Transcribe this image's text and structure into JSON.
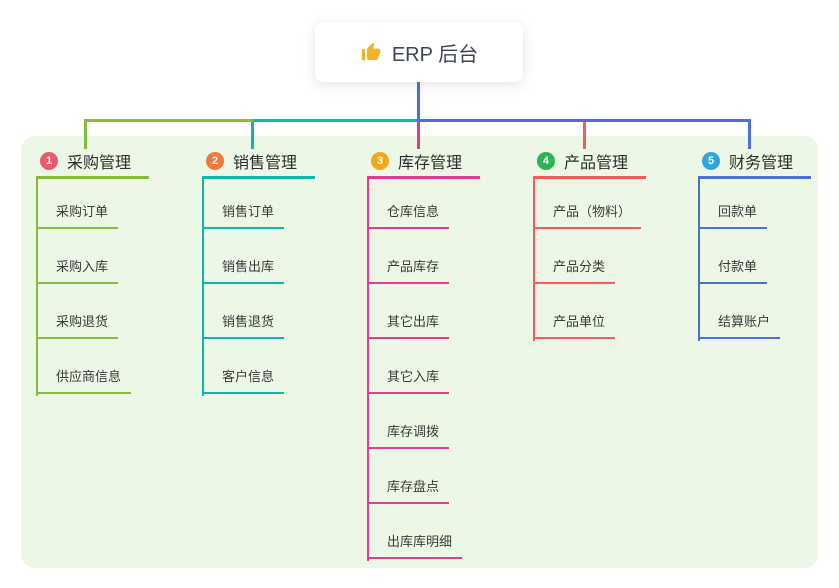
{
  "root": {
    "label": "ERP 后台",
    "icon": "thumbs-up-icon",
    "connector_color": "#4a6fd6",
    "icon_color": "#f0b42a"
  },
  "panel": {
    "background": "#edf7e6"
  },
  "branches": [
    {
      "index": "1",
      "title": "采购管理",
      "badge_color": "#e85a6b",
      "line_color": "#87bb40",
      "children": [
        "采购订单",
        "采购入库",
        "采购退货",
        "供应商信息"
      ]
    },
    {
      "index": "2",
      "title": "销售管理",
      "badge_color": "#f0793f",
      "line_color": "#0fb6ad",
      "children": [
        "销售订单",
        "销售出库",
        "销售退货",
        "客户信息"
      ]
    },
    {
      "index": "3",
      "title": "库存管理",
      "badge_color": "#f3a71c",
      "line_color": "#e63a91",
      "children": [
        "仓库信息",
        "产品库存",
        "其它出库",
        "其它入库",
        "库存调拨",
        "库存盘点",
        "出库库明细"
      ]
    },
    {
      "index": "4",
      "title": "产品管理",
      "badge_color": "#2cb451",
      "line_color": "#f8595b",
      "children": [
        "产品（物料）",
        "产品分类",
        "产品单位"
      ]
    },
    {
      "index": "5",
      "title": "财务管理",
      "badge_color": "#2ea6de",
      "line_color": "#4a6fd6",
      "children": [
        "回款单",
        "付款单",
        "结算账户"
      ]
    }
  ]
}
